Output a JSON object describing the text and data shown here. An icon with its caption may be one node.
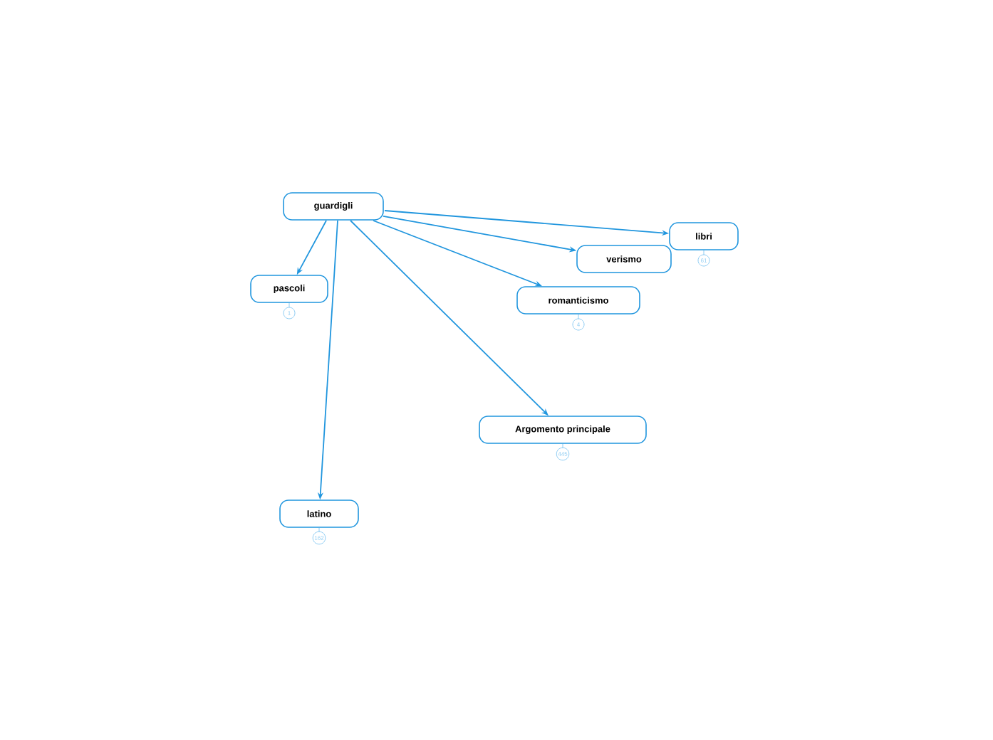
{
  "diagram": {
    "nodes": [
      {
        "text": [
          "guardigli"
        ]
      },
      {
        "text": [
          "pascoli"
        ],
        "beside": [
          "1"
        ]
      },
      {
        "text": [
          "latino"
        ],
        "beside": [
          "162"
        ]
      },
      {
        "text": [
          "Argomento principale"
        ],
        "beside": [
          "445"
        ]
      },
      {
        "text": [
          "romanticismo"
        ],
        "beside": [
          "4"
        ]
      },
      {
        "text": [
          "verismo"
        ]
      },
      {
        "text": [
          "libri"
        ],
        "beside": [
          "61"
        ]
      }
    ],
    "edges": [
      {
        "from": 0,
        "to": 1,
        "arrow": "to"
      },
      {
        "from": 0,
        "to": 2,
        "arrow": "to"
      },
      {
        "from": 0,
        "to": 3,
        "arrow": "to"
      },
      {
        "from": 0,
        "to": 4,
        "arrow": "to"
      },
      {
        "from": 0,
        "to": 5,
        "arrow": "to"
      },
      {
        "from": 0,
        "to": 6,
        "arrow": "to"
      }
    ]
  }
}
